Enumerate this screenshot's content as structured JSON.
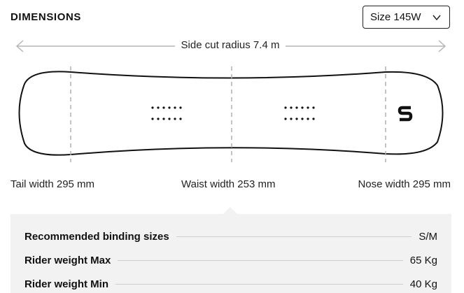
{
  "section": {
    "title": "DIMENSIONS"
  },
  "size_select": {
    "value": "Size 145W",
    "icon": "chevron-down-icon"
  },
  "board": {
    "sidecut_label": "Side cut radius 7.4 m",
    "tail_width": "Tail width 295 mm",
    "waist_width": "Waist width 253 mm",
    "nose_width": "Nose width 295 mm",
    "logo_icon": "salomon-s-logo-icon"
  },
  "specs": [
    {
      "label": "Recommended binding sizes",
      "value": "S/M"
    },
    {
      "label": "Rider weight Max",
      "value": "65 Kg"
    },
    {
      "label": "Rider weight Min",
      "value": "40 Kg"
    }
  ]
}
